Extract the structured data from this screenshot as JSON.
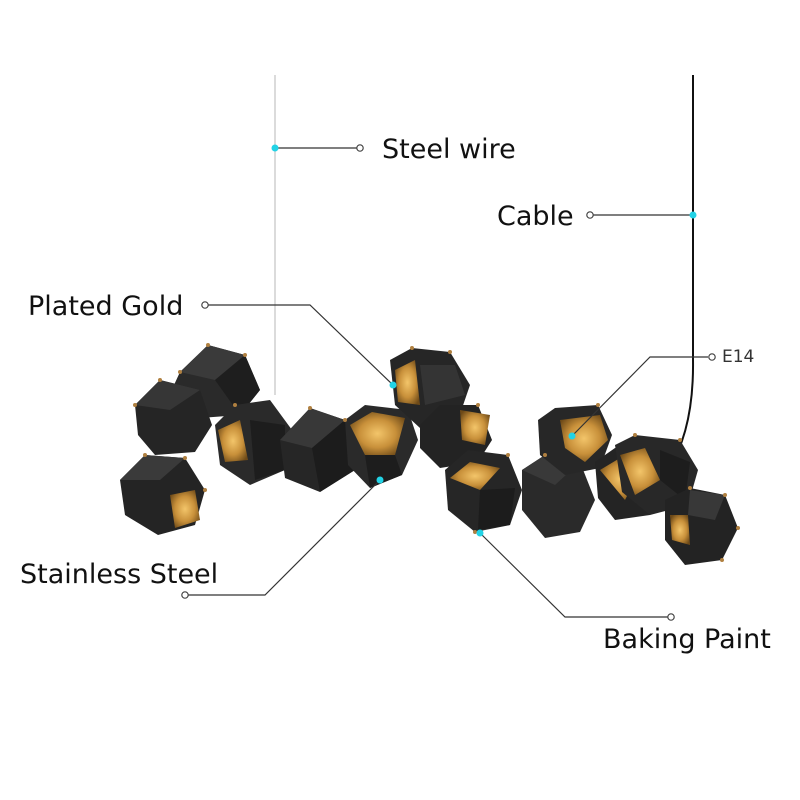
{
  "labels": {
    "steel_wire": "Steel wire",
    "cable": "Cable",
    "plated_gold": "Plated Gold",
    "e14": "E14",
    "stainless_steel": "Stainless Steel",
    "baking_paint": "Baking Paint"
  },
  "colors": {
    "marker": "#22d3e6",
    "leader": "#333333",
    "shade_dark": "#1f1f1f",
    "shade_mid": "#2b2b2b",
    "shade_light": "#3a3a3a",
    "gold_inner": "#c8903a",
    "rivet": "#b08040"
  },
  "icons": {
    "pendant": "geometric-pendant-lamp-icon"
  }
}
